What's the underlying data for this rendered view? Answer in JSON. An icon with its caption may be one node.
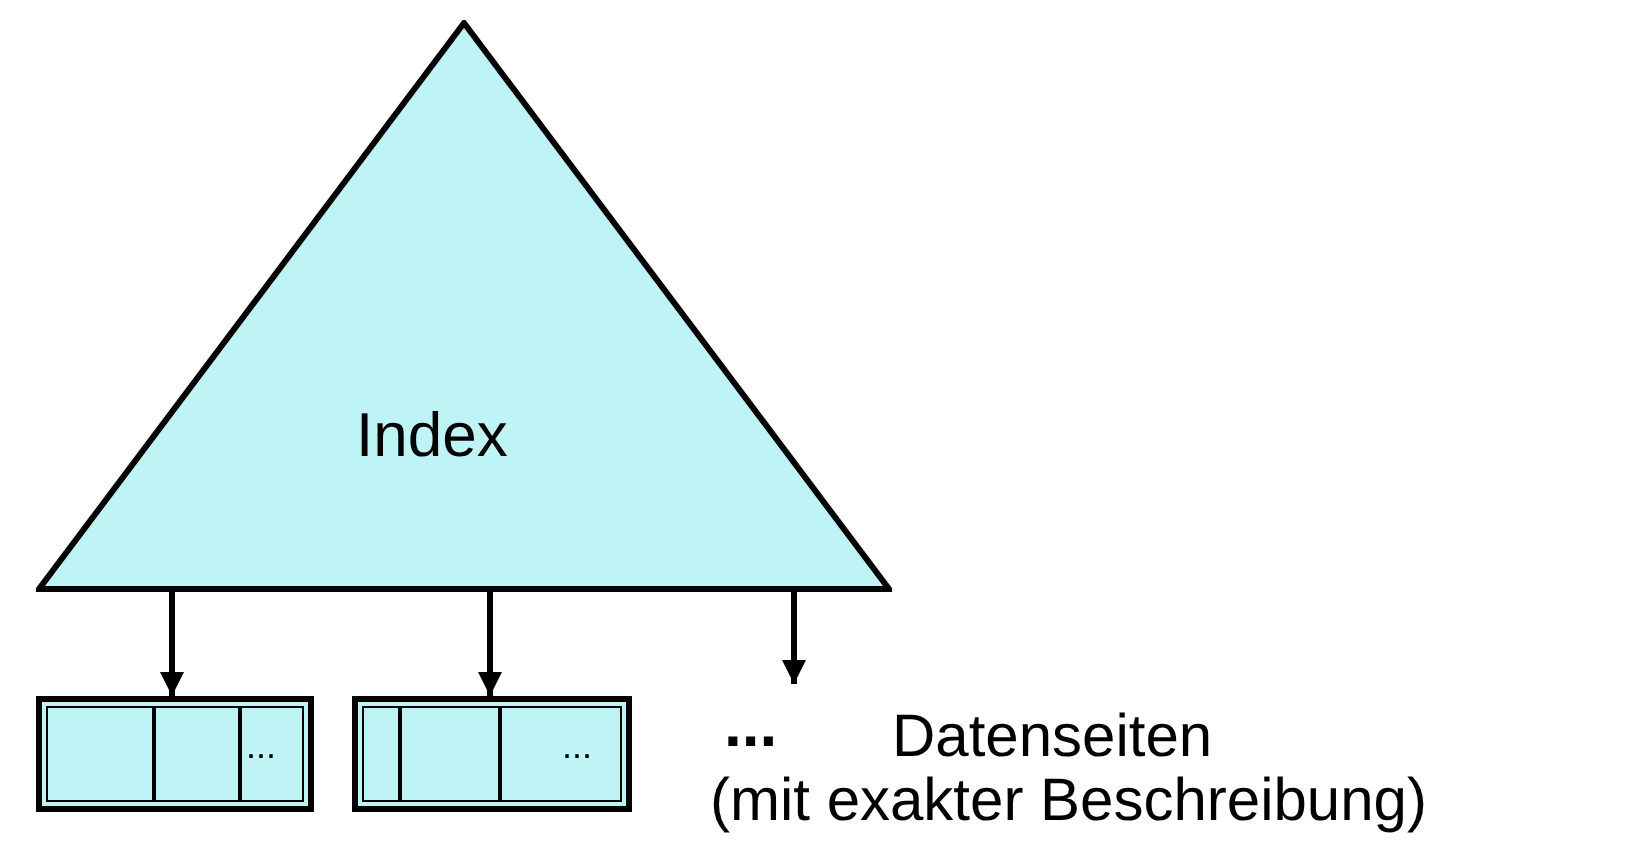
{
  "diagram": {
    "nodes": [
      {
        "text": [
          "Index"
        ]
      },
      {
        "text": [
          "..."
        ]
      },
      {
        "text": [
          "..."
        ]
      },
      {
        "text": [
          "..."
        ]
      }
    ],
    "edges": [
      {
        "from": 0,
        "to": 1,
        "arrow": "to"
      },
      {
        "from": 0,
        "to": 2,
        "arrow": "to"
      },
      {
        "from": 0,
        "to": 3,
        "arrow": "to"
      }
    ],
    "labels": [
      "Datenseiten",
      "(mit exakter Beschreibung)"
    ]
  }
}
